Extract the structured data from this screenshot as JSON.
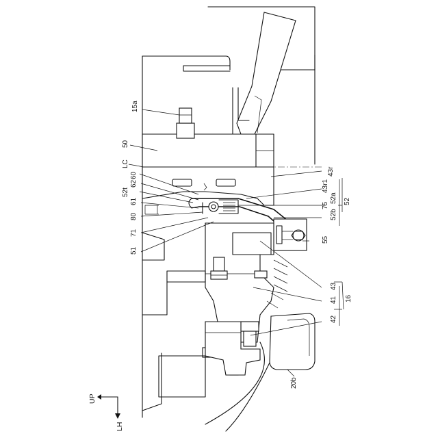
{
  "figure": {
    "reference_labels": {
      "r15a": "15a",
      "r50": "50",
      "rLC": "LC",
      "r60": "60",
      "r62": "62",
      "r52t": "52t",
      "r61": "61",
      "r80": "80",
      "r71": "71",
      "r51": "51",
      "r43r": "43r",
      "r43r1": "43r1",
      "r52a": "52a",
      "r75": "75",
      "r52b": "52b",
      "r52": "52",
      "r55": "55",
      "r43": "43",
      "r41": "41",
      "r42": "42",
      "r16": "16",
      "r20b": "20b"
    },
    "direction_indicator": {
      "up_label": "UP",
      "left_label": "LH"
    }
  }
}
